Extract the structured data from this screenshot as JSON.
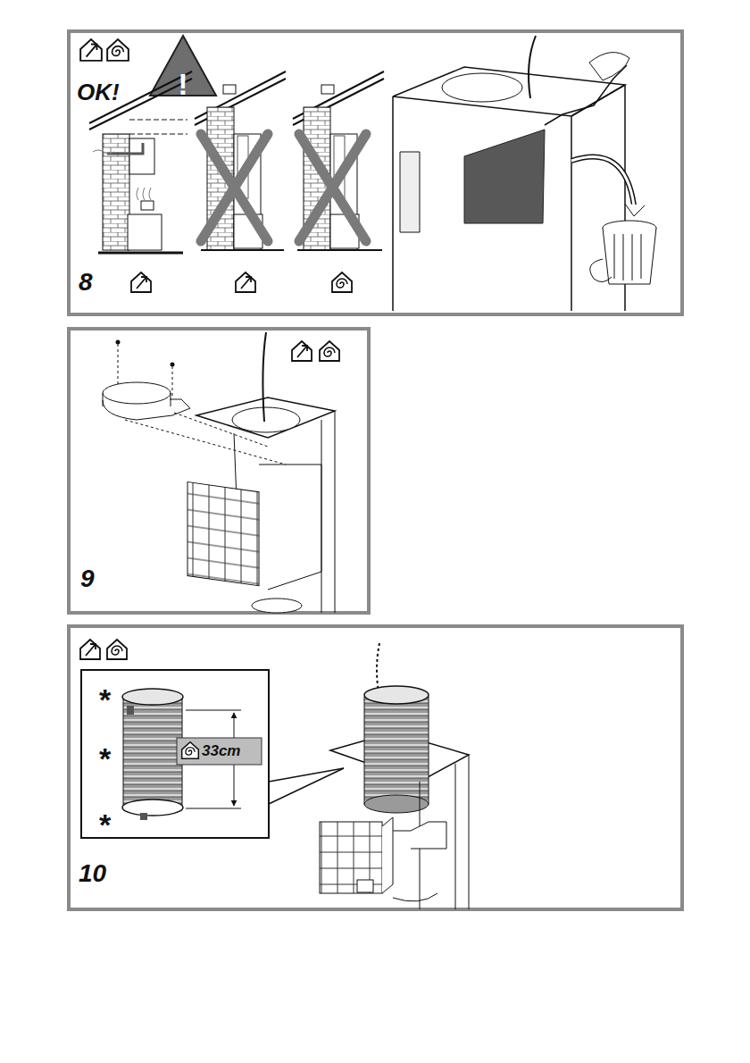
{
  "diagram": {
    "labels": [
      "OK!",
      "!",
      "8",
      "9",
      "10",
      "33cm",
      "*",
      "*",
      "*"
    ]
  }
}
